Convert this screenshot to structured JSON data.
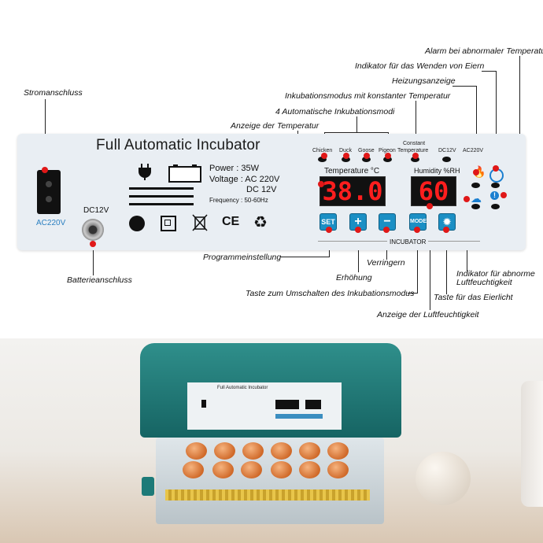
{
  "title": "Full Automatic Incubator",
  "annotations": {
    "alarm": "Alarm bei abnormaler Temperatur",
    "turning": "Indikator für das Wenden von Eiern",
    "heating": "Heizungsanzeige",
    "constant_mode": "Inkubationsmodus mit konstanter Temperatur",
    "auto_modes": "4 Automatische Inkubationsmodi",
    "temp_display": "Anzeige der Temperatur",
    "power_port": "Stromanschluss",
    "battery_port": "Batterieanschluss",
    "program": "Programmeinstellung",
    "increase": "Erhöhung",
    "decrease": "Verringern",
    "mode_switch": "Taste zum Umschalten des Inkubationsmodus",
    "humidity_display": "Anzeige der Luftfeuchtigkeit",
    "candling": "Taste für das Eierlicht",
    "humidity_alarm_line1": "Indikator für abnorme",
    "humidity_alarm_line2": "Luftfeuchtigkeit"
  },
  "panel": {
    "ac_label": "AC220V",
    "dc_label": "DC12V",
    "power": "Power : 35W",
    "voltage": "Voltage : AC 220V",
    "voltage2": "DC 12V",
    "frequency": "Frequency : 50-60Hz",
    "ce": "CE",
    "modes": [
      "Chicken",
      "Duck",
      "Goose",
      "Pigeon"
    ],
    "constant_line1": "Constant",
    "constant_line2": "Temperature",
    "dc12v_small": "DC12V",
    "ac220v_small": "AC220V",
    "temp_label": "Temperature  °C",
    "temp_value": "38.0",
    "humidity_label": "Humidity %RH",
    "humidity_value": "60",
    "buttons": {
      "set": "SET",
      "plus": "+",
      "minus": "−",
      "mode": "MODE"
    },
    "incubator_label": "INCUBATOR"
  },
  "colors": {
    "panel": "#e9eef3",
    "display_text": "#ff1e1e",
    "button": "#1b8fc4",
    "incubator_body": "#1d7a78"
  }
}
